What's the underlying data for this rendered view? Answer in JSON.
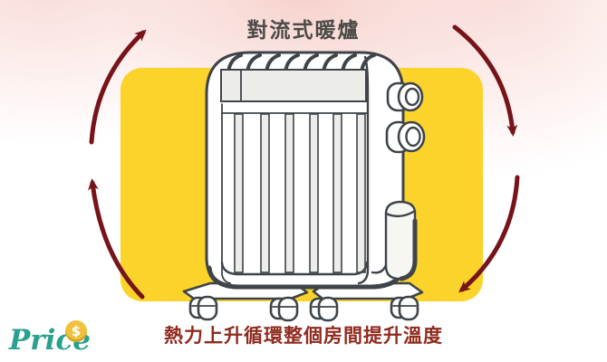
{
  "title": "對流式暖爐",
  "caption": "熱力上升循環整個房間提升溫度",
  "brand": {
    "name": "Price",
    "coin_symbol": "$"
  },
  "illustration": {
    "subject": "convection-heater",
    "arrows": [
      "airflow-rising-left-lower",
      "airflow-rising-left-upper",
      "airflow-descending-right-upper",
      "airflow-descending-right-lower"
    ]
  },
  "colors": {
    "panel-yellow": "#FBD32B",
    "arrow-red": "#771419",
    "caption-red": "#8F2A1E",
    "title-gray": "#4C4B47",
    "outline-dark": "#3E4449",
    "panel-gray": "#ECECE9",
    "glow-pink": "#F7D6D1",
    "brand-teal": "#2AA08E",
    "coin-gold": "#F0C23B"
  }
}
